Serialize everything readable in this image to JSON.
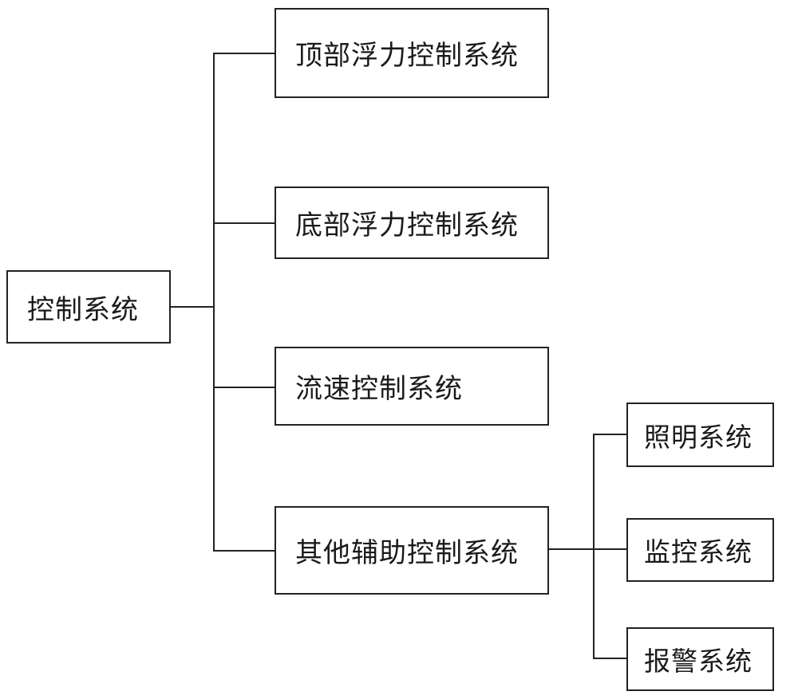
{
  "root": {
    "label": "控制系统"
  },
  "subsystems": [
    {
      "label": "顶部浮力控制系统"
    },
    {
      "label": "底部浮力控制系统"
    },
    {
      "label": "流速控制系统"
    },
    {
      "label": "其他辅助控制系统"
    }
  ],
  "auxiliary": [
    {
      "label": "照明系统"
    },
    {
      "label": "监控系统"
    },
    {
      "label": "报警系统"
    }
  ],
  "colors": {
    "line": "#222222",
    "text": "#1a1a1a",
    "background": "#ffffff"
  }
}
